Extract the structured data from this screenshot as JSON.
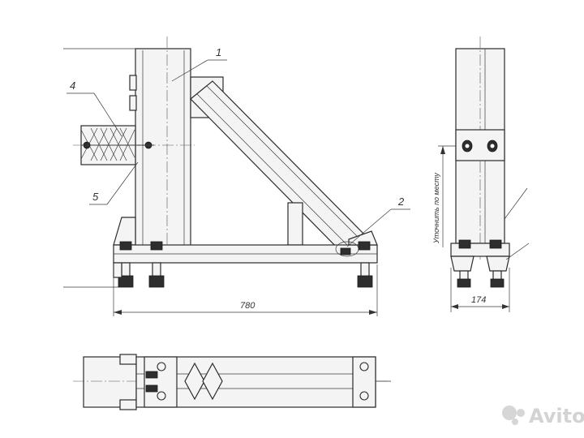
{
  "labels": {
    "part1": "1",
    "part2": "2",
    "part4": "4",
    "part5": "5"
  },
  "dimensions": {
    "width": "780",
    "side_width": "174",
    "side_note": "Уточнить по месту"
  },
  "watermark": {
    "text": "Avito"
  }
}
